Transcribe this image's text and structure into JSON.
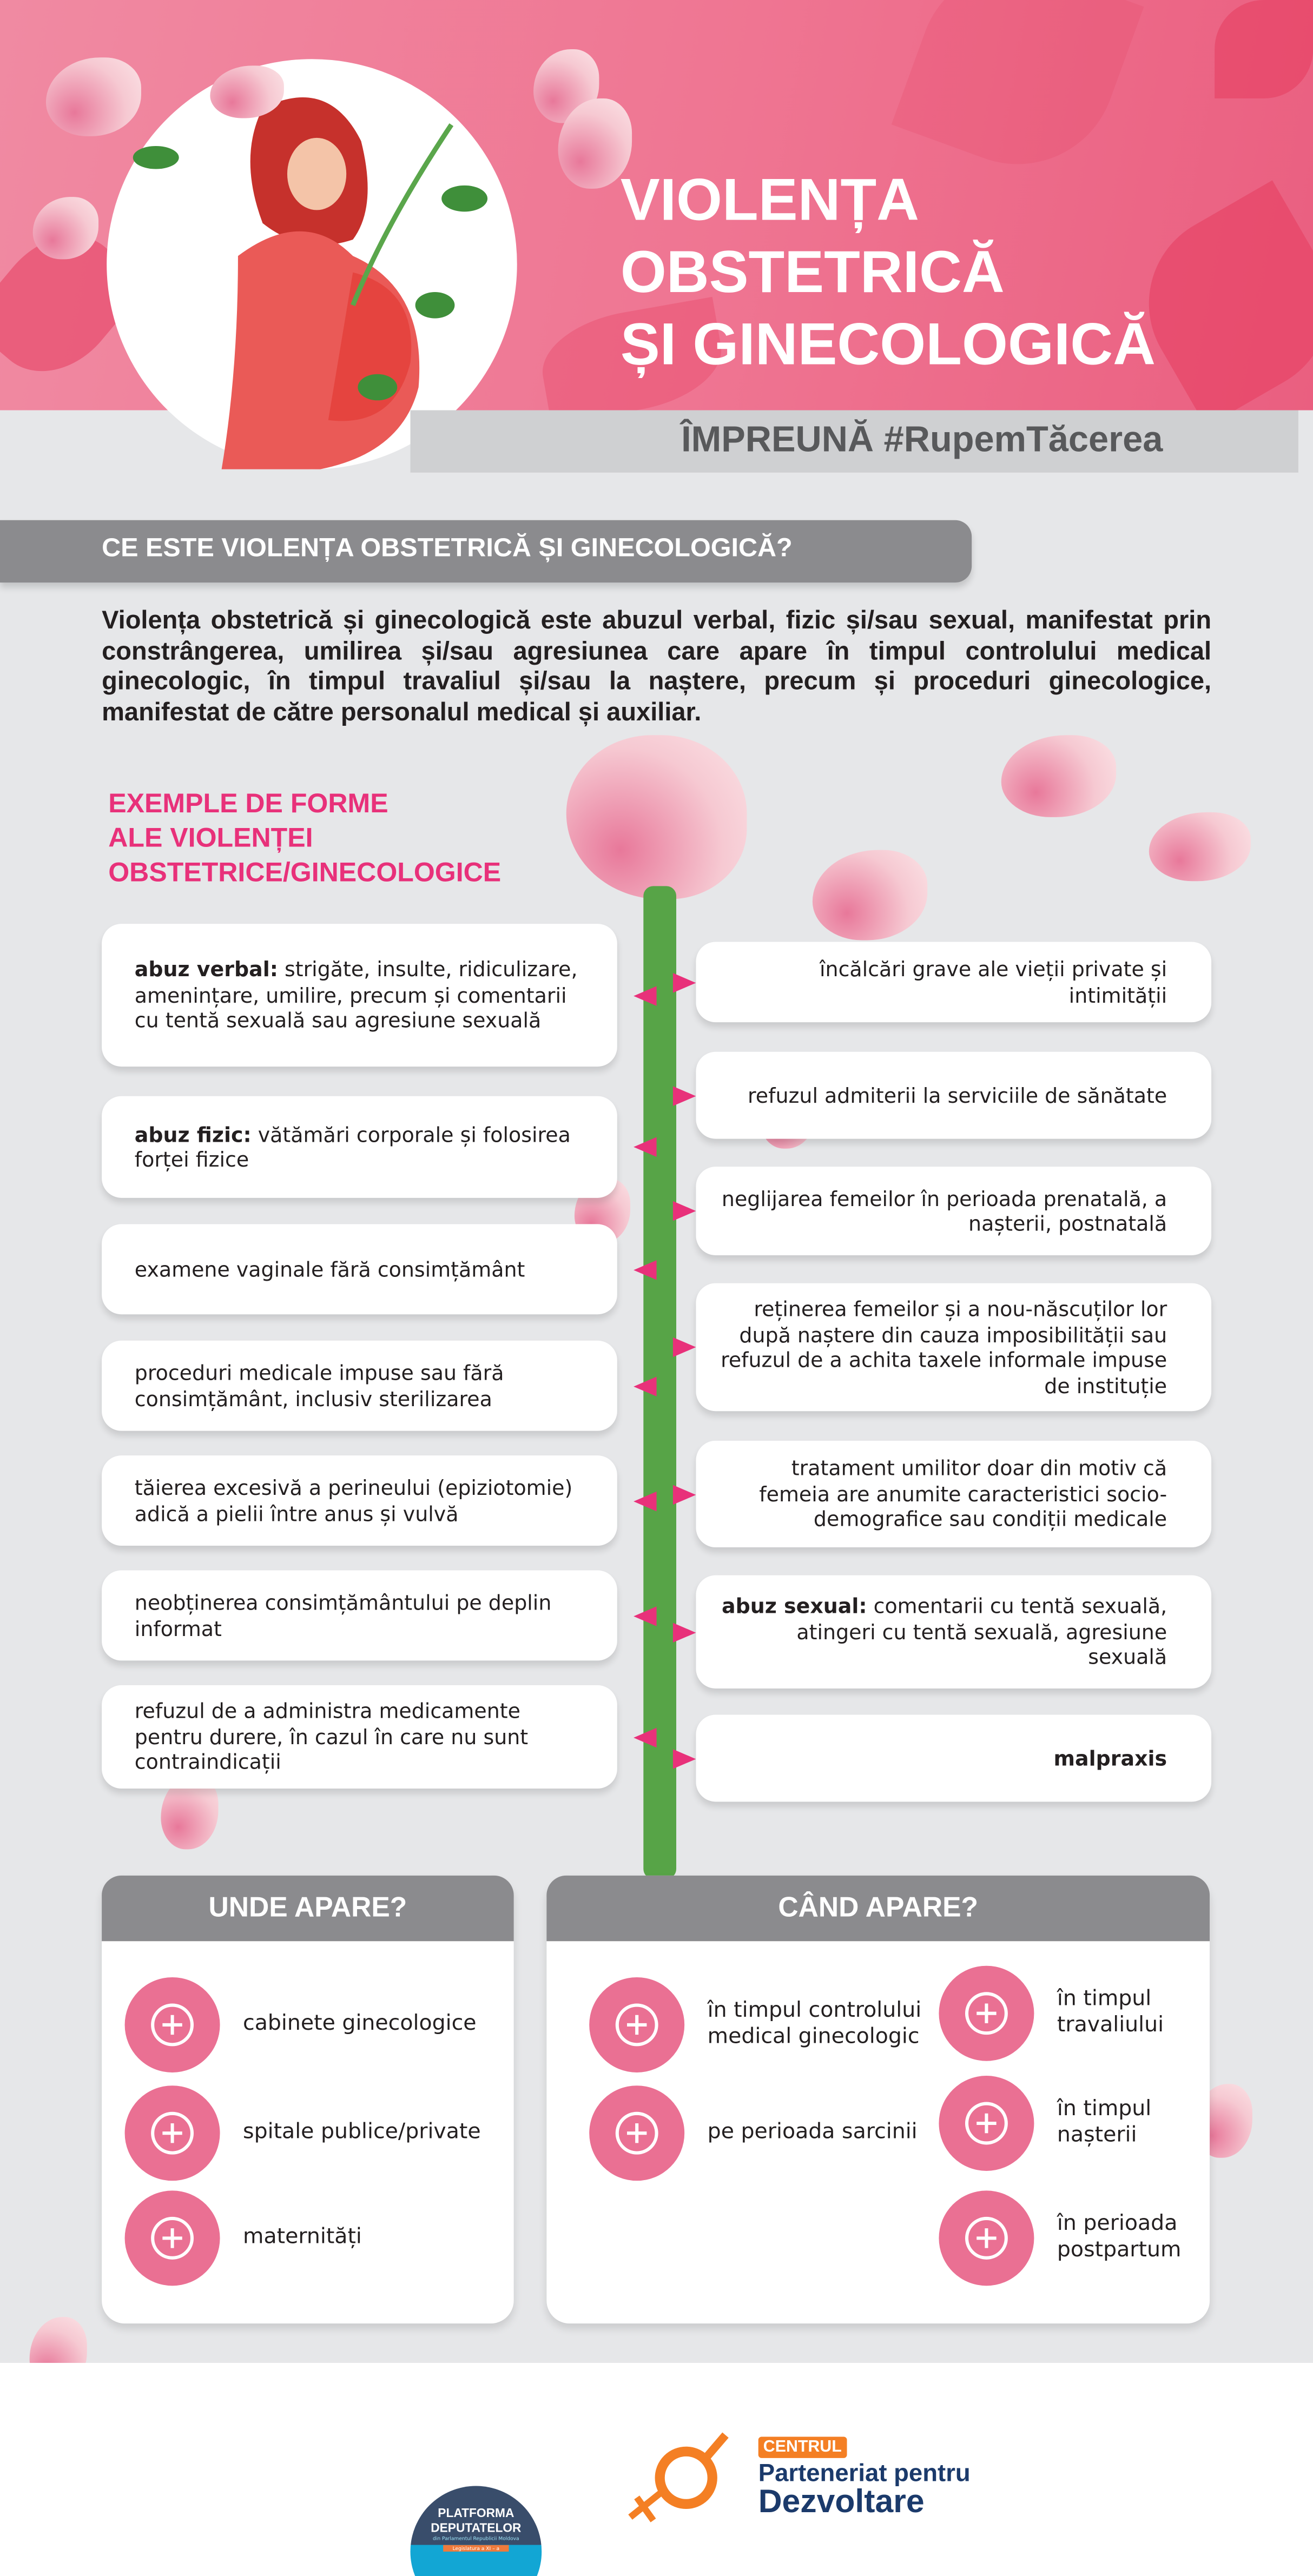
{
  "header": {
    "title_lines": [
      "VIOLENȚA",
      "OBSTETRICĂ",
      "ȘI GINECOLOGICĂ"
    ],
    "slogan": "ÎMPREUNĂ #RupemTăcerea"
  },
  "intro": {
    "heading": "CE ESTE VIOLENȚA OBSTETRICĂ ȘI GINECOLOGICĂ?",
    "text": "Violența obstetrică și ginecologică este abuzul verbal, fizic și/sau sexual, manifestat prin constrângerea, umilirea și/sau agresiunea care apare în timpul controlului medical ginecologic, în timpul travaliul și/sau la naștere, precum și proceduri ginecologice, manifestat de către personalul medical și auxiliar."
  },
  "examples": {
    "heading_lines": [
      "EXEMPLE DE FORME",
      "ALE VIOLENȚEI",
      "OBSTETRICE/GINECOLOGICE"
    ],
    "left": [
      {
        "bold": "abuz verbal:",
        "text": " strigăte, insulte, ridiculizare, amenințare, umilire, precum și comentarii cu tentă sexuală sau agresiune sexuală"
      },
      {
        "bold": "abuz fizic:",
        "text": " vătămări corporale și folosirea forței fizice"
      },
      {
        "bold": "",
        "text": "examene vaginale fără consimțământ"
      },
      {
        "bold": "",
        "text": "proceduri medicale impuse sau fără consimțământ, inclusiv sterilizarea"
      },
      {
        "bold": "",
        "text": "tăierea excesivă a perineului (epiziotomie) adică a pielii între anus și vulvă"
      },
      {
        "bold": "",
        "text": "neobținerea consimțământului pe deplin informat"
      },
      {
        "bold": "",
        "text": "refuzul de a administra medicamente pentru durere, în cazul în care nu sunt contraindicații"
      }
    ],
    "right": [
      {
        "bold": "",
        "text": "încălcări grave ale vieții private și intimității"
      },
      {
        "bold": "",
        "text": "refuzul admiterii la serviciile de sănătate"
      },
      {
        "bold": "",
        "text": "neglijarea femeilor în perioada prenatală, a nașterii,  postnatală"
      },
      {
        "bold": "",
        "text": "reținerea femeilor și a nou-născuților lor după naștere din cauza imposibilității sau refuzul de a achita taxele informale impuse de instituție"
      },
      {
        "bold": "",
        "text": "tratament umilitor doar din motiv că femeia are anumite caracteristici socio-demografice sau condiții medicale"
      },
      {
        "bold": "abuz sexual:",
        "text": " comentarii cu tentă sexuală, atingeri cu tentă sexuală, agresiune sexuală"
      },
      {
        "bold": "malpraxis",
        "text": ""
      }
    ]
  },
  "where": {
    "heading": "UNDE APARE?",
    "items": [
      {
        "icon": "gynecology-chair-icon",
        "label": "cabinete ginecologice"
      },
      {
        "icon": "hospital-bed-icon",
        "label": "spitale publice/private"
      },
      {
        "icon": "mother-baby-icon",
        "label": "maternități"
      }
    ]
  },
  "when": {
    "heading": "CÂND APARE?",
    "items": [
      {
        "icon": "uterus-exam-icon",
        "label": "în timpul controlului medical ginecologic"
      },
      {
        "icon": "pregnancy-icon",
        "label": "pe perioada sarcinii"
      },
      {
        "icon": "labor-icon",
        "label": "în timpul travaliului"
      },
      {
        "icon": "birth-icon",
        "label": "în timpul nașterii"
      },
      {
        "icon": "postpartum-icon",
        "label": "în perioada postpartum"
      }
    ]
  },
  "footer": {
    "logo1": {
      "lines": [
        "PLATFORMA",
        "DEPUTATELOR",
        "din Parlamentul Republicii Moldova",
        "Legislatura a XI – a"
      ]
    },
    "logo2": {
      "tag": "CENTRUL",
      "line1": "Parteneriat pentru",
      "line2": "Dezvoltare"
    }
  },
  "colors": {
    "pink": "#e8317a",
    "header": "#ef7592",
    "green": "#57a447",
    "gray": "#8b8b8e",
    "icon": "#ea7093"
  }
}
